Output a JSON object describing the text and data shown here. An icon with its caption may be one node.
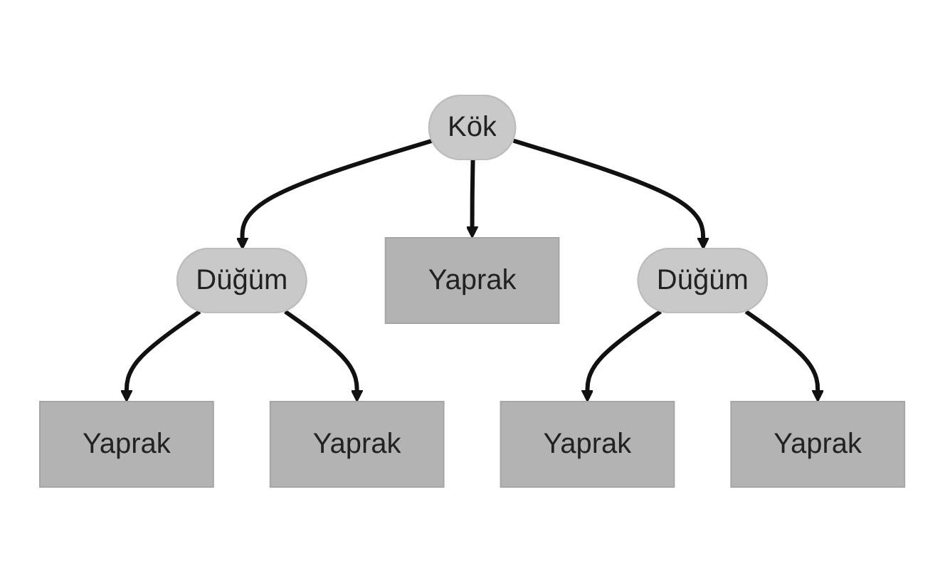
{
  "diagram": {
    "nodes": [
      {
        "text": [
          "Kök"
        ]
      },
      {
        "text": [
          "Düğüm"
        ]
      },
      {
        "text": [
          "Yaprak"
        ]
      },
      {
        "text": [
          "Düğüm"
        ]
      },
      {
        "text": [
          "Yaprak"
        ]
      },
      {
        "text": [
          "Yaprak"
        ]
      },
      {
        "text": [
          "Yaprak"
        ]
      },
      {
        "text": [
          "Yaprak"
        ]
      }
    ],
    "edges": [
      {
        "from": 0,
        "to": 1,
        "arrow": "to"
      },
      {
        "from": 0,
        "to": 2,
        "arrow": "to"
      },
      {
        "from": 0,
        "to": 3,
        "arrow": "to"
      },
      {
        "from": 1,
        "to": 4,
        "arrow": "to"
      },
      {
        "from": 1,
        "to": 5,
        "arrow": "to"
      },
      {
        "from": 3,
        "to": 6,
        "arrow": "to"
      },
      {
        "from": 3,
        "to": 7,
        "arrow": "to"
      }
    ]
  }
}
